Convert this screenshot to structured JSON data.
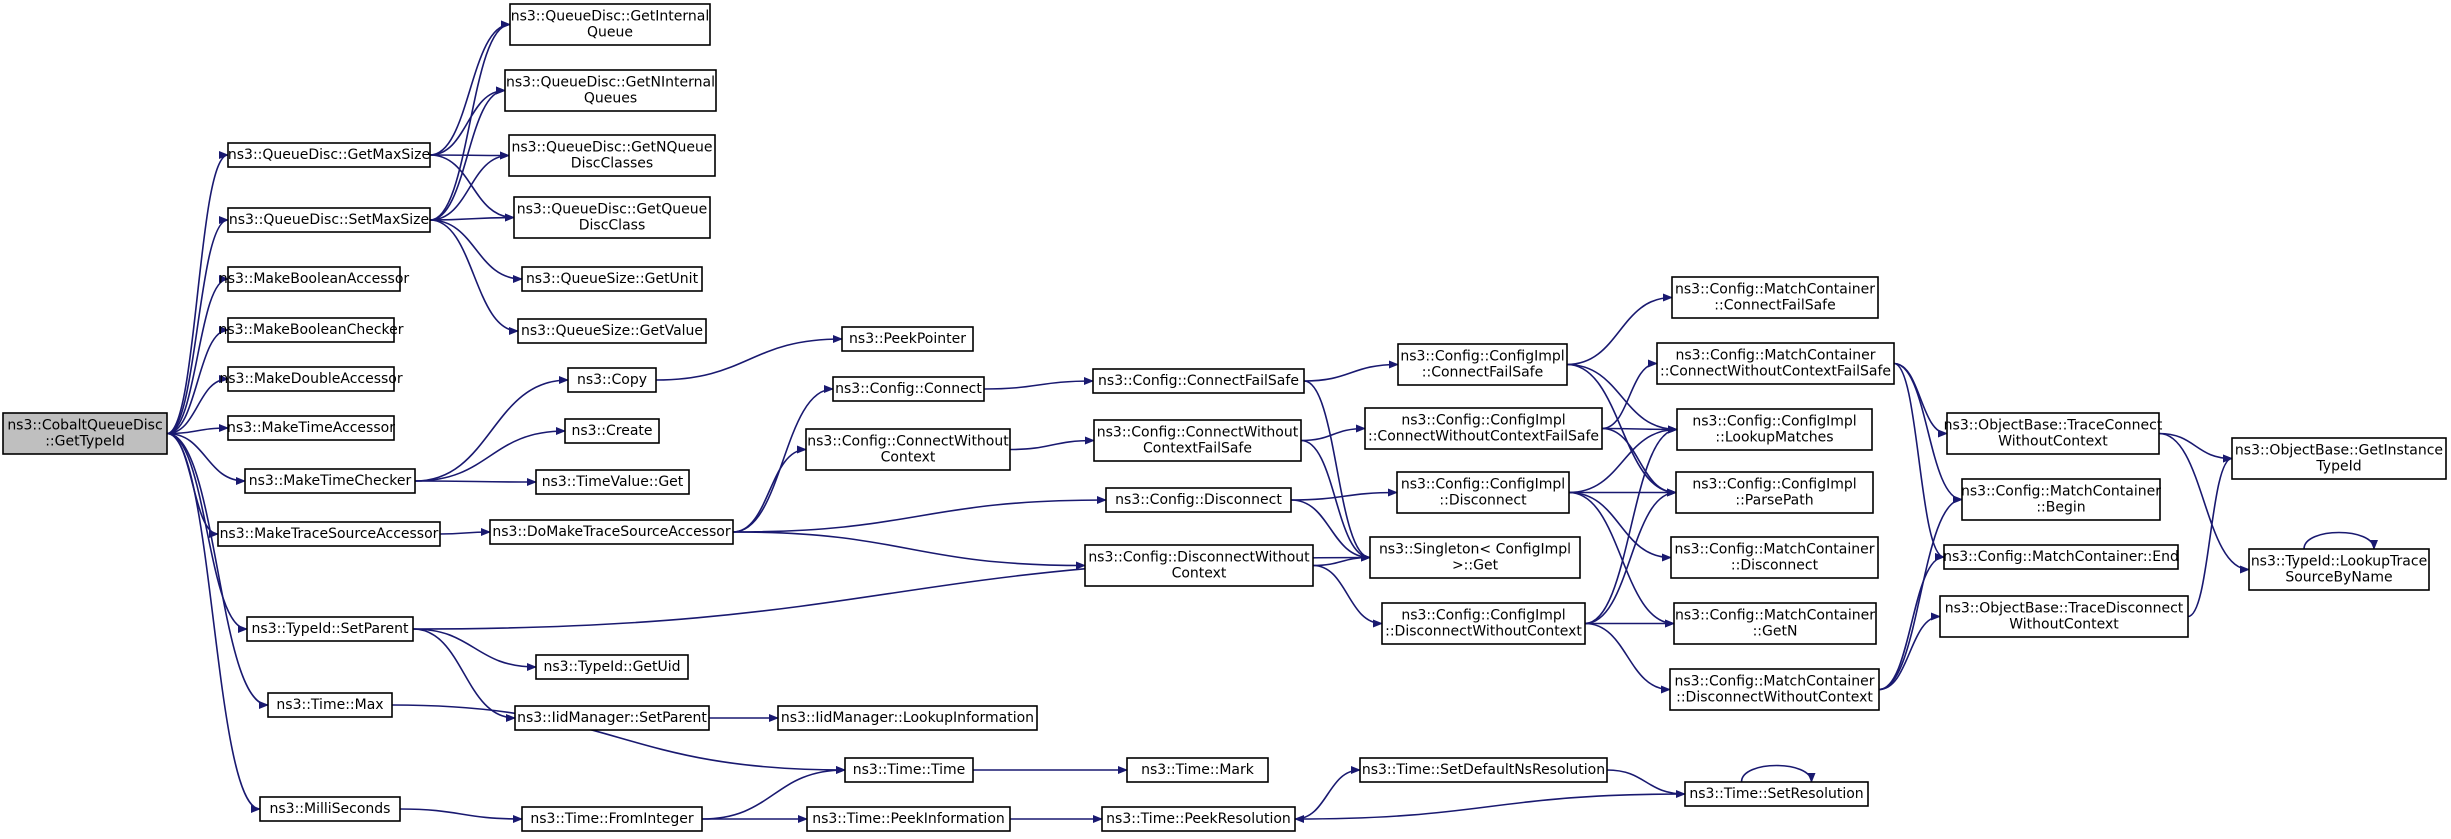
{
  "diagram": {
    "edge_color": "#191970",
    "root_fill": "#bfbfbf",
    "nodes": [
      {
        "id": "root",
        "lines": [
          "ns3::CobaltQueueDisc",
          "::GetTypeId"
        ],
        "root": true
      },
      {
        "id": "getmaxsize",
        "lines": [
          "ns3::QueueDisc::GetMaxSize"
        ]
      },
      {
        "id": "setmaxsize",
        "lines": [
          "ns3::QueueDisc::SetMaxSize"
        ]
      },
      {
        "id": "makeboolacc",
        "lines": [
          "ns3::MakeBooleanAccessor"
        ]
      },
      {
        "id": "makeboolchk",
        "lines": [
          "ns3::MakeBooleanChecker"
        ]
      },
      {
        "id": "makedoubleacc",
        "lines": [
          "ns3::MakeDoubleAccessor"
        ]
      },
      {
        "id": "maketimeacc",
        "lines": [
          "ns3::MakeTimeAccessor"
        ]
      },
      {
        "id": "maketimechk",
        "lines": [
          "ns3::MakeTimeChecker"
        ]
      },
      {
        "id": "maketraceacc",
        "lines": [
          "ns3::MakeTraceSourceAccessor"
        ]
      },
      {
        "id": "typeidsetparent",
        "lines": [
          "ns3::TypeId::SetParent"
        ]
      },
      {
        "id": "timemax",
        "lines": [
          "ns3::Time::Max"
        ]
      },
      {
        "id": "milliseconds",
        "lines": [
          "ns3::MilliSeconds"
        ]
      },
      {
        "id": "getinternalqueue",
        "lines": [
          "ns3::QueueDisc::GetInternal",
          "Queue"
        ]
      },
      {
        "id": "getninternalqueues",
        "lines": [
          "ns3::QueueDisc::GetNInternal",
          "Queues"
        ]
      },
      {
        "id": "getnqueuediscclasses",
        "lines": [
          "ns3::QueueDisc::GetNQueue",
          "DiscClasses"
        ]
      },
      {
        "id": "getqueuediscclass",
        "lines": [
          "ns3::QueueDisc::GetQueue",
          "DiscClass"
        ]
      },
      {
        "id": "queuesizegetunit",
        "lines": [
          "ns3::QueueSize::GetUnit"
        ]
      },
      {
        "id": "queuesizegetvalue",
        "lines": [
          "ns3::QueueSize::GetValue"
        ]
      },
      {
        "id": "copy",
        "lines": [
          "ns3::Copy"
        ]
      },
      {
        "id": "create",
        "lines": [
          "ns3::Create"
        ]
      },
      {
        "id": "timevalueget",
        "lines": [
          "ns3::TimeValue::Get"
        ]
      },
      {
        "id": "domaketrace",
        "lines": [
          "ns3::DoMakeTraceSourceAccessor"
        ]
      },
      {
        "id": "typeidgetuid",
        "lines": [
          "ns3::TypeId::GetUid"
        ]
      },
      {
        "id": "iidsetparent",
        "lines": [
          "ns3::IidManager::SetParent"
        ]
      },
      {
        "id": "timetime",
        "lines": [
          "ns3::Time::Time"
        ]
      },
      {
        "id": "timefrominteger",
        "lines": [
          "ns3::Time::FromInteger"
        ]
      },
      {
        "id": "peekpointer",
        "lines": [
          "ns3::PeekPointer"
        ]
      },
      {
        "id": "configconnect",
        "lines": [
          "ns3::Config::Connect"
        ]
      },
      {
        "id": "configconnectwoctx",
        "lines": [
          "ns3::Config::ConnectWithout",
          "Context"
        ]
      },
      {
        "id": "iidlookupinfo",
        "lines": [
          "ns3::IidManager::LookupInformation"
        ]
      },
      {
        "id": "timepeekinfo",
        "lines": [
          "ns3::Time::PeekInformation"
        ]
      },
      {
        "id": "configconnectfs",
        "lines": [
          "ns3::Config::ConnectFailSafe"
        ]
      },
      {
        "id": "configconnectwoctxfs",
        "lines": [
          "ns3::Config::ConnectWithout",
          "ContextFailSafe"
        ]
      },
      {
        "id": "configdisconnect",
        "lines": [
          "ns3::Config::Disconnect"
        ]
      },
      {
        "id": "configdisconnectwoctx",
        "lines": [
          "ns3::Config::DisconnectWithout",
          "Context"
        ]
      },
      {
        "id": "timemark",
        "lines": [
          "ns3::Time::Mark"
        ]
      },
      {
        "id": "timepeekres",
        "lines": [
          "ns3::Time::PeekResolution"
        ]
      },
      {
        "id": "implconnectfs",
        "lines": [
          "ns3::Config::ConfigImpl",
          "::ConnectFailSafe"
        ]
      },
      {
        "id": "implconnectwoctxfs",
        "lines": [
          "ns3::Config::ConfigImpl",
          "::ConnectWithoutContextFailSafe"
        ]
      },
      {
        "id": "impldisconnect",
        "lines": [
          "ns3::Config::ConfigImpl",
          "::Disconnect"
        ]
      },
      {
        "id": "singletonget",
        "lines": [
          "ns3::Singleton< ConfigImpl",
          ">::Get"
        ]
      },
      {
        "id": "impldisconnectwoctx",
        "lines": [
          "ns3::Config::ConfigImpl",
          "::DisconnectWithoutContext"
        ]
      },
      {
        "id": "timesetdefaultnsres",
        "lines": [
          "ns3::Time::SetDefaultNsResolution"
        ]
      },
      {
        "id": "mcconnectfs",
        "lines": [
          "ns3::Config::MatchContainer",
          "::ConnectFailSafe"
        ]
      },
      {
        "id": "mcconnectwoctxfs",
        "lines": [
          "ns3::Config::MatchContainer",
          "::ConnectWithoutContextFailSafe"
        ]
      },
      {
        "id": "impllookupmatches",
        "lines": [
          "ns3::Config::ConfigImpl",
          "::LookupMatches"
        ]
      },
      {
        "id": "implparsepath",
        "lines": [
          "ns3::Config::ConfigImpl",
          "::ParsePath"
        ]
      },
      {
        "id": "mcdisconnect",
        "lines": [
          "ns3::Config::MatchContainer",
          "::Disconnect"
        ]
      },
      {
        "id": "mcgetn",
        "lines": [
          "ns3::Config::MatchContainer",
          "::GetN"
        ]
      },
      {
        "id": "mcdisconnectwoctx",
        "lines": [
          "ns3::Config::MatchContainer",
          "::DisconnectWithoutContext"
        ]
      },
      {
        "id": "timesetres",
        "lines": [
          "ns3::Time::SetResolution"
        ]
      },
      {
        "id": "obtraceconnectwoctx",
        "lines": [
          "ns3::ObjectBase::TraceConnect",
          "WithoutContext"
        ]
      },
      {
        "id": "mcbegin",
        "lines": [
          "ns3::Config::MatchContainer",
          "::Begin"
        ]
      },
      {
        "id": "mcend",
        "lines": [
          "ns3::Config::MatchContainer::End"
        ]
      },
      {
        "id": "obtracedisconnectwoctx",
        "lines": [
          "ns3::ObjectBase::TraceDisconnect",
          "WithoutContext"
        ]
      },
      {
        "id": "obgetinstancetypeid",
        "lines": [
          "ns3::ObjectBase::GetInstance",
          "TypeId"
        ]
      },
      {
        "id": "typeidlookuptrace",
        "lines": [
          "ns3::TypeId::LookupTrace",
          "SourceByName"
        ]
      }
    ],
    "edges": [
      [
        "root",
        "getmaxsize"
      ],
      [
        "root",
        "setmaxsize"
      ],
      [
        "root",
        "makeboolacc"
      ],
      [
        "root",
        "makeboolchk"
      ],
      [
        "root",
        "makedoubleacc"
      ],
      [
        "root",
        "maketimeacc"
      ],
      [
        "root",
        "maketimechk"
      ],
      [
        "root",
        "maketraceacc"
      ],
      [
        "root",
        "typeidsetparent"
      ],
      [
        "root",
        "timemax"
      ],
      [
        "root",
        "milliseconds"
      ],
      [
        "getmaxsize",
        "getinternalqueue"
      ],
      [
        "getmaxsize",
        "getninternalqueues"
      ],
      [
        "getmaxsize",
        "getnqueuediscclasses"
      ],
      [
        "getmaxsize",
        "getqueuediscclass"
      ],
      [
        "setmaxsize",
        "getinternalqueue"
      ],
      [
        "setmaxsize",
        "getninternalqueues"
      ],
      [
        "setmaxsize",
        "getnqueuediscclasses"
      ],
      [
        "setmaxsize",
        "getqueuediscclass"
      ],
      [
        "setmaxsize",
        "queuesizegetunit"
      ],
      [
        "setmaxsize",
        "queuesizegetvalue"
      ],
      [
        "maketimechk",
        "copy"
      ],
      [
        "maketimechk",
        "create"
      ],
      [
        "maketimechk",
        "timevalueget"
      ],
      [
        "copy",
        "peekpointer"
      ],
      [
        "maketraceacc",
        "domaketrace"
      ],
      [
        "domaketrace",
        "configconnect"
      ],
      [
        "domaketrace",
        "configconnectwoctx"
      ],
      [
        "domaketrace",
        "configdisconnect"
      ],
      [
        "domaketrace",
        "configdisconnectwoctx"
      ],
      [
        "typeidsetparent",
        "typeidgetuid"
      ],
      [
        "typeidsetparent",
        "iidsetparent"
      ],
      [
        "typeidsetparent",
        "singletonget"
      ],
      [
        "iidsetparent",
        "iidlookupinfo"
      ],
      [
        "timemax",
        "timetime"
      ],
      [
        "milliseconds",
        "timefrominteger"
      ],
      [
        "timefrominteger",
        "timetime"
      ],
      [
        "timefrominteger",
        "timepeekinfo"
      ],
      [
        "timetime",
        "timemark"
      ],
      [
        "timepeekinfo",
        "timepeekres"
      ],
      [
        "configconnect",
        "configconnectfs"
      ],
      [
        "configconnectwoctx",
        "configconnectwoctxfs"
      ],
      [
        "configconnectfs",
        "implconnectfs"
      ],
      [
        "configconnectfs",
        "singletonget"
      ],
      [
        "configconnectwoctxfs",
        "implconnectwoctxfs"
      ],
      [
        "configconnectwoctxfs",
        "singletonget"
      ],
      [
        "configdisconnect",
        "impldisconnect"
      ],
      [
        "configdisconnect",
        "singletonget"
      ],
      [
        "configdisconnectwoctx",
        "singletonget"
      ],
      [
        "configdisconnectwoctx",
        "impldisconnectwoctx"
      ],
      [
        "implconnectfs",
        "mcconnectfs"
      ],
      [
        "implconnectfs",
        "impllookupmatches"
      ],
      [
        "implconnectfs",
        "implparsepath"
      ],
      [
        "implconnectwoctxfs",
        "mcconnectwoctxfs"
      ],
      [
        "implconnectwoctxfs",
        "impllookupmatches"
      ],
      [
        "implconnectwoctxfs",
        "implparsepath"
      ],
      [
        "impldisconnect",
        "impllookupmatches"
      ],
      [
        "impldisconnect",
        "implparsepath"
      ],
      [
        "impldisconnect",
        "mcdisconnect"
      ],
      [
        "impldisconnect",
        "mcgetn"
      ],
      [
        "impldisconnectwoctx",
        "impllookupmatches"
      ],
      [
        "impldisconnectwoctx",
        "implparsepath"
      ],
      [
        "impldisconnectwoctx",
        "mcgetn"
      ],
      [
        "impldisconnectwoctx",
        "mcdisconnectwoctx"
      ],
      [
        "mcconnectwoctxfs",
        "obtraceconnectwoctx"
      ],
      [
        "mcconnectwoctxfs",
        "mcbegin"
      ],
      [
        "mcconnectwoctxfs",
        "mcend"
      ],
      [
        "mcdisconnectwoctx",
        "obtracedisconnectwoctx"
      ],
      [
        "mcdisconnectwoctx",
        "mcbegin"
      ],
      [
        "mcdisconnectwoctx",
        "mcend"
      ],
      [
        "obtraceconnectwoctx",
        "obgetinstancetypeid"
      ],
      [
        "obtraceconnectwoctx",
        "typeidlookuptrace"
      ],
      [
        "obtracedisconnectwoctx",
        "obgetinstancetypeid"
      ],
      [
        "typeidlookuptrace",
        "typeidlookuptrace"
      ],
      [
        "timepeekres",
        "timesetdefaultnsres"
      ],
      [
        "timesetdefaultnsres",
        "timesetres"
      ],
      [
        "timesetres",
        "timepeekres"
      ],
      [
        "timesetres",
        "timesetres"
      ]
    ]
  }
}
